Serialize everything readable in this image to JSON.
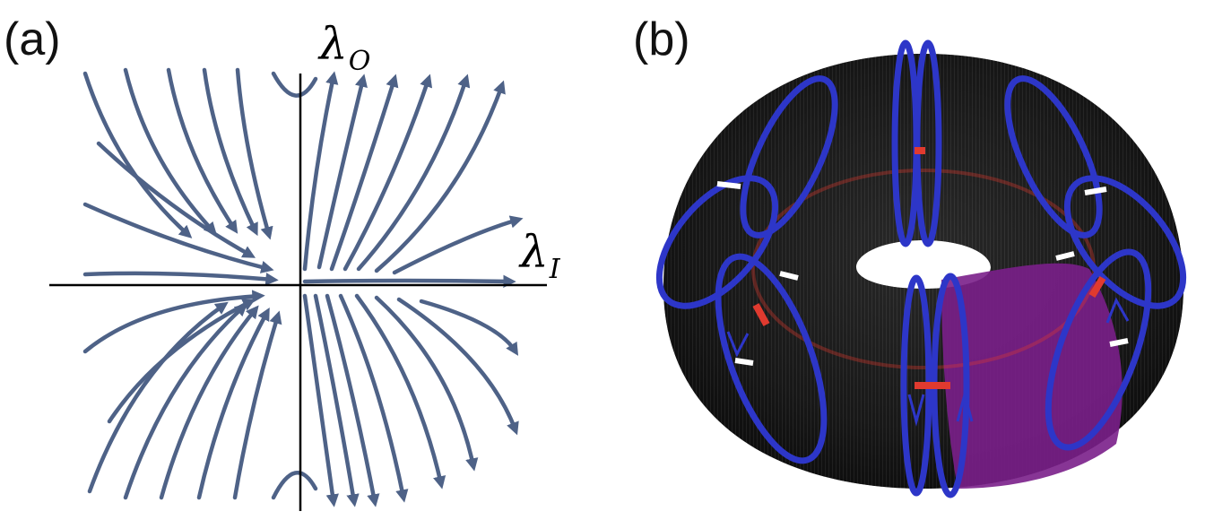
{
  "panels": {
    "a": {
      "label": "(a)"
    },
    "b": {
      "label": "(b)"
    }
  },
  "axes": {
    "vertical": {
      "symbol": "λ",
      "subscript": "O"
    },
    "horizontal": {
      "symbol": "λ",
      "subscript": "I"
    }
  },
  "colors": {
    "stream": "#4e6287",
    "axis": "#000000",
    "torus_body": "#141414",
    "coil": "#2d36c8",
    "highlight_sector": "#7a1f8a",
    "current_marker": "#e03a2f",
    "gap_marker": "#ffffff"
  },
  "icons": [
    "arrowhead-icon"
  ]
}
